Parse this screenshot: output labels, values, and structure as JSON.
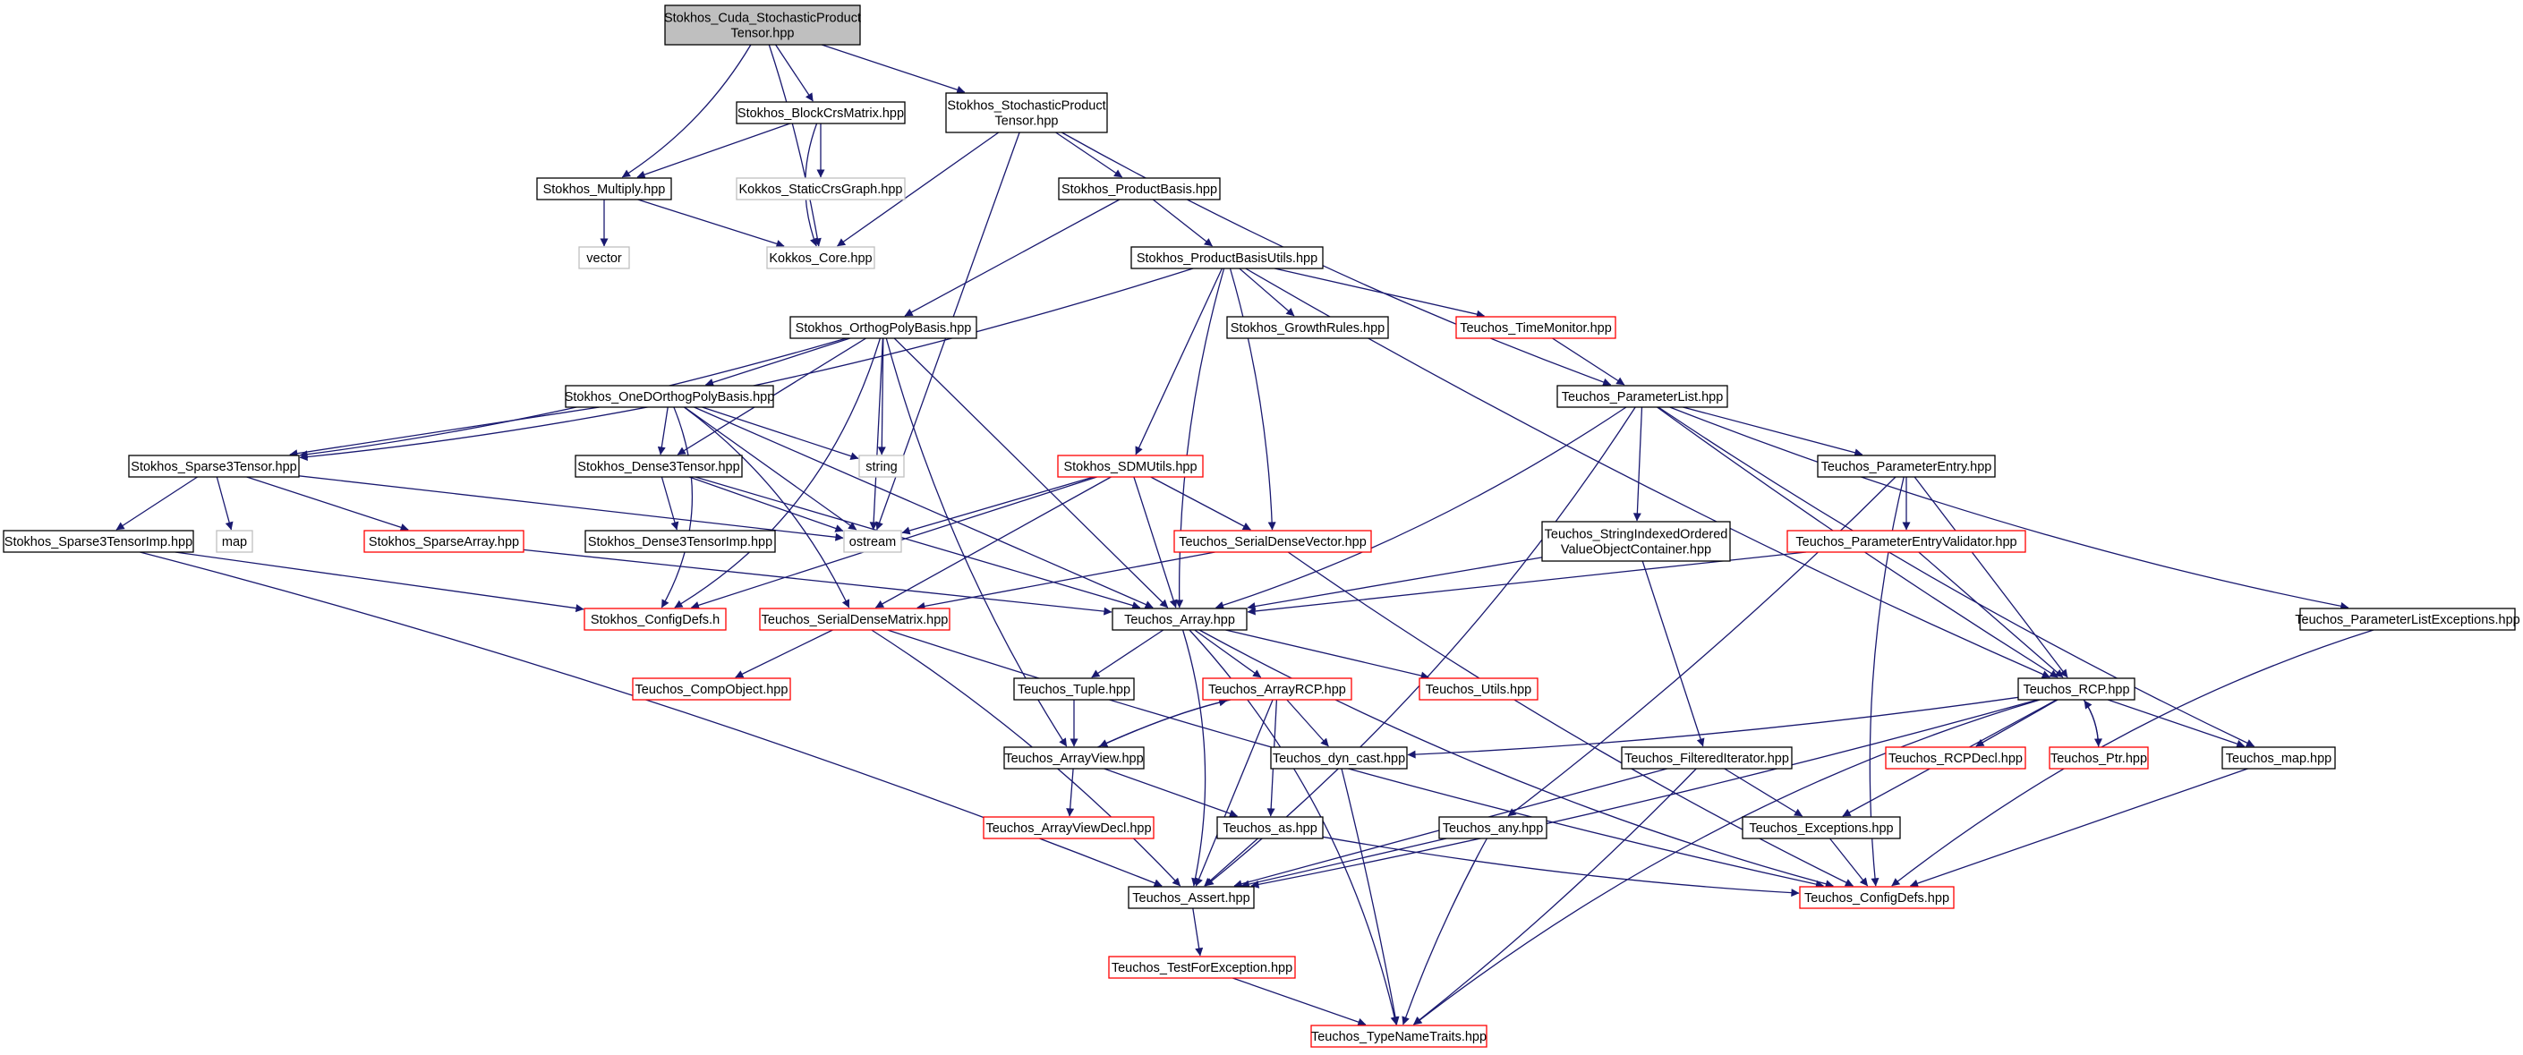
{
  "colors": {
    "edge": "#191970",
    "root_fill": "#bfbfbf",
    "normal_border": "#000000",
    "external_border": "#bfbfbf",
    "red_border": "#ff0000",
    "text": "#000000"
  },
  "nodes": [
    {
      "id": "root",
      "label": "Stokhos_Cuda_StochasticProduct\nTensor.hpp",
      "style": "root"
    },
    {
      "id": "blockcrs",
      "label": "Stokhos_BlockCrsMatrix.hpp",
      "style": "normal"
    },
    {
      "id": "stochprod",
      "label": "Stokhos_StochasticProduct\nTensor.hpp",
      "style": "normal"
    },
    {
      "id": "multiply",
      "label": "Stokhos_Multiply.hpp",
      "style": "normal"
    },
    {
      "id": "kstatic",
      "label": "Kokkos_StaticCrsGraph.hpp",
      "style": "external"
    },
    {
      "id": "prodbasis",
      "label": "Stokhos_ProductBasis.hpp",
      "style": "normal"
    },
    {
      "id": "vector",
      "label": "vector",
      "style": "external"
    },
    {
      "id": "kcore",
      "label": "Kokkos_Core.hpp",
      "style": "external"
    },
    {
      "id": "pbutils",
      "label": "Stokhos_ProductBasisUtils.hpp",
      "style": "normal"
    },
    {
      "id": "orthopoly",
      "label": "Stokhos_OrthogPolyBasis.hpp",
      "style": "normal"
    },
    {
      "id": "growth",
      "label": "Stokhos_GrowthRules.hpp",
      "style": "normal"
    },
    {
      "id": "timemon",
      "label": "Teuchos_TimeMonitor.hpp",
      "style": "red"
    },
    {
      "id": "oned",
      "label": "Stokhos_OneDOrthogPolyBasis.hpp",
      "style": "normal"
    },
    {
      "id": "paramlist",
      "label": "Teuchos_ParameterList.hpp",
      "style": "normal"
    },
    {
      "id": "sparse3",
      "label": "Stokhos_Sparse3Tensor.hpp",
      "style": "normal"
    },
    {
      "id": "dense3",
      "label": "Stokhos_Dense3Tensor.hpp",
      "style": "normal"
    },
    {
      "id": "string",
      "label": "string",
      "style": "external"
    },
    {
      "id": "sdmutils",
      "label": "Stokhos_SDMUtils.hpp",
      "style": "red"
    },
    {
      "id": "paramentry",
      "label": "Teuchos_ParameterEntry.hpp",
      "style": "normal"
    },
    {
      "id": "sparse3imp",
      "label": "Stokhos_Sparse3TensorImp.hpp",
      "style": "normal"
    },
    {
      "id": "map1",
      "label": "map",
      "style": "external"
    },
    {
      "id": "sparsearray",
      "label": "Stokhos_SparseArray.hpp",
      "style": "red"
    },
    {
      "id": "dense3imp",
      "label": "Stokhos_Dense3TensorImp.hpp",
      "style": "normal"
    },
    {
      "id": "ostream",
      "label": "ostream",
      "style": "external"
    },
    {
      "id": "sdvector",
      "label": "Teuchos_SerialDenseVector.hpp",
      "style": "red"
    },
    {
      "id": "strindexed",
      "label": "Teuchos_StringIndexedOrdered\nValueObjectContainer.hpp",
      "style": "normal"
    },
    {
      "id": "pevalidator",
      "label": "Teuchos_ParameterEntryValidator.hpp",
      "style": "red"
    },
    {
      "id": "configdefs_h",
      "label": "Stokhos_ConfigDefs.h",
      "style": "red"
    },
    {
      "id": "sdmatrix",
      "label": "Teuchos_SerialDenseMatrix.hpp",
      "style": "red"
    },
    {
      "id": "array",
      "label": "Teuchos_Array.hpp",
      "style": "normal"
    },
    {
      "id": "plexceptions",
      "label": "Teuchos_ParameterListExceptions.hpp",
      "style": "normal"
    },
    {
      "id": "compobject",
      "label": "Teuchos_CompObject.hpp",
      "style": "red"
    },
    {
      "id": "tuple",
      "label": "Teuchos_Tuple.hpp",
      "style": "normal"
    },
    {
      "id": "arrayrcp",
      "label": "Teuchos_ArrayRCP.hpp",
      "style": "red"
    },
    {
      "id": "utils",
      "label": "Teuchos_Utils.hpp",
      "style": "red"
    },
    {
      "id": "rcp",
      "label": "Teuchos_RCP.hpp",
      "style": "normal"
    },
    {
      "id": "arrayview",
      "label": "Teuchos_ArrayView.hpp",
      "style": "normal"
    },
    {
      "id": "dyncast",
      "label": "Teuchos_dyn_cast.hpp",
      "style": "normal"
    },
    {
      "id": "filtered",
      "label": "Teuchos_FilteredIterator.hpp",
      "style": "normal"
    },
    {
      "id": "rcpdecl",
      "label": "Teuchos_RCPDecl.hpp",
      "style": "red"
    },
    {
      "id": "ptr",
      "label": "Teuchos_Ptr.hpp",
      "style": "red"
    },
    {
      "id": "tmap",
      "label": "Teuchos_map.hpp",
      "style": "normal"
    },
    {
      "id": "avdecl",
      "label": "Teuchos_ArrayViewDecl.hpp",
      "style": "red"
    },
    {
      "id": "as",
      "label": "Teuchos_as.hpp",
      "style": "normal"
    },
    {
      "id": "any",
      "label": "Teuchos_any.hpp",
      "style": "normal"
    },
    {
      "id": "exceptions",
      "label": "Teuchos_Exceptions.hpp",
      "style": "normal"
    },
    {
      "id": "assert",
      "label": "Teuchos_Assert.hpp",
      "style": "normal"
    },
    {
      "id": "tconfigdefs",
      "label": "Teuchos_ConfigDefs.hpp",
      "style": "red"
    },
    {
      "id": "testforexc",
      "label": "Teuchos_TestForException.hpp",
      "style": "red"
    },
    {
      "id": "typename",
      "label": "Teuchos_TypeNameTraits.hpp",
      "style": "red"
    }
  ],
  "edges": [
    [
      "root",
      "blockcrs"
    ],
    [
      "root",
      "stochprod"
    ],
    [
      "root",
      "multiply"
    ],
    [
      "root",
      "kcore"
    ],
    [
      "blockcrs",
      "multiply"
    ],
    [
      "blockcrs",
      "kstatic"
    ],
    [
      "blockcrs",
      "kcore"
    ],
    [
      "multiply",
      "vector"
    ],
    [
      "multiply",
      "kcore"
    ],
    [
      "stochprod",
      "kcore"
    ],
    [
      "stochprod",
      "prodbasis"
    ],
    [
      "stochprod",
      "paramlist"
    ],
    [
      "stochprod",
      "ostream"
    ],
    [
      "prodbasis",
      "pbutils"
    ],
    [
      "prodbasis",
      "orthopoly"
    ],
    [
      "pbutils",
      "sparse3"
    ],
    [
      "pbutils",
      "sdmutils"
    ],
    [
      "pbutils",
      "growth"
    ],
    [
      "pbutils",
      "timemon"
    ],
    [
      "pbutils",
      "sdvector"
    ],
    [
      "pbutils",
      "array"
    ],
    [
      "pbutils",
      "rcp"
    ],
    [
      "timemon",
      "paramlist"
    ],
    [
      "orthopoly",
      "oned"
    ],
    [
      "orthopoly",
      "sparse3"
    ],
    [
      "orthopoly",
      "dense3"
    ],
    [
      "orthopoly",
      "string"
    ],
    [
      "orthopoly",
      "ostream"
    ],
    [
      "orthopoly",
      "array"
    ],
    [
      "orthopoly",
      "configdefs_h"
    ],
    [
      "orthopoly",
      "arrayview"
    ],
    [
      "oned",
      "sparse3"
    ],
    [
      "oned",
      "dense3"
    ],
    [
      "oned",
      "string"
    ],
    [
      "oned",
      "ostream"
    ],
    [
      "oned",
      "configdefs_h"
    ],
    [
      "oned",
      "sdmatrix"
    ],
    [
      "oned",
      "array"
    ],
    [
      "sparse3",
      "sparse3imp"
    ],
    [
      "sparse3",
      "map1"
    ],
    [
      "sparse3",
      "sparsearray"
    ],
    [
      "sparse3",
      "ostream"
    ],
    [
      "sparse3imp",
      "configdefs_h"
    ],
    [
      "sparse3imp",
      "assert"
    ],
    [
      "sparsearray",
      "array"
    ],
    [
      "dense3",
      "dense3imp"
    ],
    [
      "dense3",
      "ostream"
    ],
    [
      "dense3",
      "array"
    ],
    [
      "sdmutils",
      "ostream"
    ],
    [
      "sdmutils",
      "sdvector"
    ],
    [
      "sdmutils",
      "array"
    ],
    [
      "sdmutils",
      "sdmatrix"
    ],
    [
      "sdmutils",
      "configdefs_h"
    ],
    [
      "sdvector",
      "sdmatrix"
    ],
    [
      "sdvector",
      "tconfigdefs"
    ],
    [
      "sdmatrix",
      "compobject"
    ],
    [
      "sdmatrix",
      "assert"
    ],
    [
      "sdmatrix",
      "tconfigdefs"
    ],
    [
      "paramlist",
      "paramentry"
    ],
    [
      "paramlist",
      "strindexed"
    ],
    [
      "paramlist",
      "array"
    ],
    [
      "paramlist",
      "rcp"
    ],
    [
      "paramlist",
      "tmap"
    ],
    [
      "paramlist",
      "plexceptions"
    ],
    [
      "paramlist",
      "assert"
    ],
    [
      "paramentry",
      "pevalidator"
    ],
    [
      "paramentry",
      "rcp"
    ],
    [
      "paramentry",
      "any"
    ],
    [
      "paramentry",
      "tconfigdefs"
    ],
    [
      "pevalidator",
      "array"
    ],
    [
      "pevalidator",
      "rcp"
    ],
    [
      "strindexed",
      "array"
    ],
    [
      "strindexed",
      "filtered"
    ],
    [
      "plexceptions",
      "tconfigdefs"
    ],
    [
      "array",
      "tuple"
    ],
    [
      "array",
      "arrayrcp"
    ],
    [
      "array",
      "utils"
    ],
    [
      "array",
      "assert"
    ],
    [
      "array",
      "typename"
    ],
    [
      "array",
      "tconfigdefs"
    ],
    [
      "tuple",
      "arrayview"
    ],
    [
      "arrayrcp",
      "arrayview"
    ],
    [
      "arrayrcp",
      "dyncast"
    ],
    [
      "arrayrcp",
      "as"
    ],
    [
      "arrayrcp",
      "assert"
    ],
    [
      "arrayview",
      "arrayrcp"
    ],
    [
      "arrayview",
      "avdecl"
    ],
    [
      "arrayview",
      "as"
    ],
    [
      "as",
      "assert"
    ],
    [
      "as",
      "tconfigdefs"
    ],
    [
      "rcp",
      "rcpdecl"
    ],
    [
      "rcp",
      "ptr"
    ],
    [
      "rcp",
      "exceptions"
    ],
    [
      "rcp",
      "dyncast"
    ],
    [
      "rcp",
      "assert"
    ],
    [
      "rcp",
      "tmap"
    ],
    [
      "rcp",
      "typename"
    ],
    [
      "ptr",
      "rcp"
    ],
    [
      "dyncast",
      "typename"
    ],
    [
      "filtered",
      "exceptions"
    ],
    [
      "filtered",
      "assert"
    ],
    [
      "filtered",
      "typename"
    ],
    [
      "exceptions",
      "tconfigdefs"
    ],
    [
      "tmap",
      "tconfigdefs"
    ],
    [
      "any",
      "assert"
    ],
    [
      "any",
      "typename"
    ],
    [
      "assert",
      "testforexc"
    ],
    [
      "testforexc",
      "typename"
    ]
  ]
}
